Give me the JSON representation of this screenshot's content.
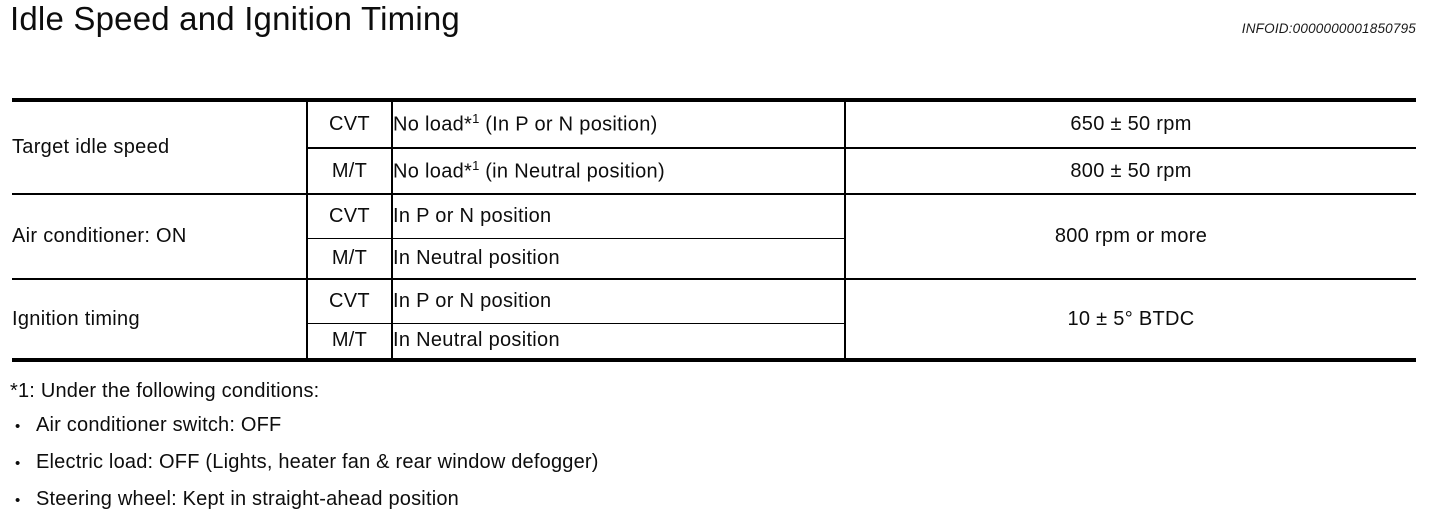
{
  "header": {
    "title": "Idle Speed and Ignition Timing",
    "infoid": "INFOID:0000000001850795"
  },
  "table": {
    "rows": [
      {
        "label": "Target idle speed",
        "trans": "CVT",
        "cond_main": "No load*",
        "cond_sup": "1",
        "cond_rest": " (In P or N position)",
        "value": "650 ± 50 rpm"
      },
      {
        "trans": "M/T",
        "cond_main": "No load*",
        "cond_sup": "1",
        "cond_rest": " (in Neutral position)",
        "value": "800 ± 50 rpm"
      },
      {
        "label": "Air conditioner: ON",
        "trans": "CVT",
        "cond_main": "In P or N position",
        "value": "800 rpm or more"
      },
      {
        "trans": "M/T",
        "cond_main": "In Neutral position"
      },
      {
        "label": "Ignition timing",
        "trans": "CVT",
        "cond_main": "In P or N position",
        "value": "10 ± 5° BTDC"
      },
      {
        "trans": "M/T",
        "cond_main": "In Neutral position"
      }
    ]
  },
  "footnotes": {
    "bullet_char": "•",
    "note": "*1: Under the following conditions:",
    "bullets": [
      "Air conditioner switch: OFF",
      "Electric load: OFF (Lights, heater fan & rear window defogger)",
      "Steering wheel: Kept in straight-ahead position"
    ]
  }
}
